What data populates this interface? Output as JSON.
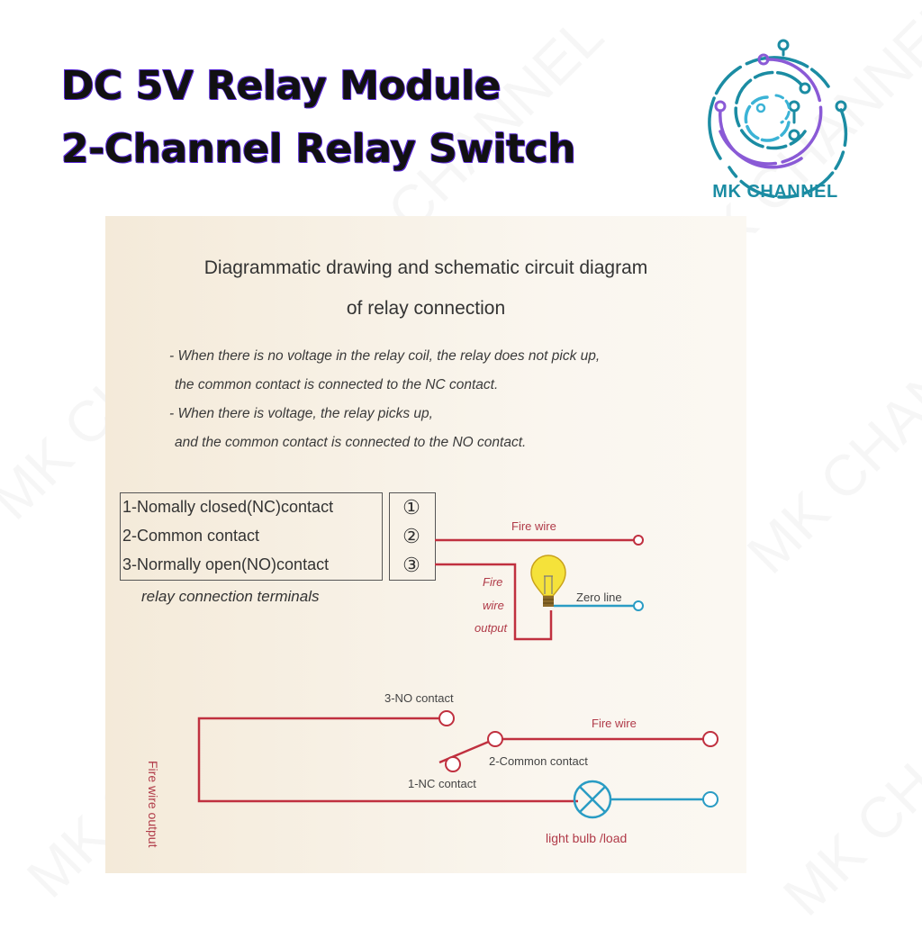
{
  "header": {
    "title_line1": "DC 5V Relay Module",
    "title_line2": "2-Channel Relay Switch"
  },
  "logo": {
    "brand": "MK CHANNEL",
    "icon": "circuit-circles-icon",
    "colors": {
      "teal": "#1b8ca3",
      "purple": "#8a5ad6",
      "cyan": "#3bb3d6"
    }
  },
  "watermark": "MK CHANNEL",
  "diagram": {
    "heading_line1": "Diagrammatic drawing and schematic circuit diagram",
    "heading_line2": "of relay connection",
    "description": [
      "- When there is no voltage in the relay coil, the relay does not pick up,",
      "the common contact is connected to the NC contact.",
      "- When there is voltage, the relay picks up,",
      "and the common contact is connected to the NO contact."
    ],
    "terminals": [
      {
        "label": "1-Nomally closed(NC)contact",
        "number": "①"
      },
      {
        "label": "2-Common contact",
        "number": "②"
      },
      {
        "label": "3-Normally open(NO)contact",
        "number": "③"
      }
    ],
    "terminals_caption": "relay connection terminals",
    "top_circuit": {
      "fire_wire": "Fire wire",
      "fire_wire_output": [
        "Fire",
        "wire",
        "output"
      ],
      "zero_line": "Zero line"
    },
    "schematic": {
      "fire_wire_output_vertical": "Fire wire output",
      "no_contact": "3-NO contact",
      "common_contact": "2-Common contact",
      "nc_contact": "1-NC contact",
      "fire_wire": "Fire wire",
      "load": "light bulb /load"
    },
    "colors": {
      "wire_red": "#c0303f",
      "wire_blue": "#2a9cc4",
      "bulb_yellow": "#f5e23a"
    }
  }
}
